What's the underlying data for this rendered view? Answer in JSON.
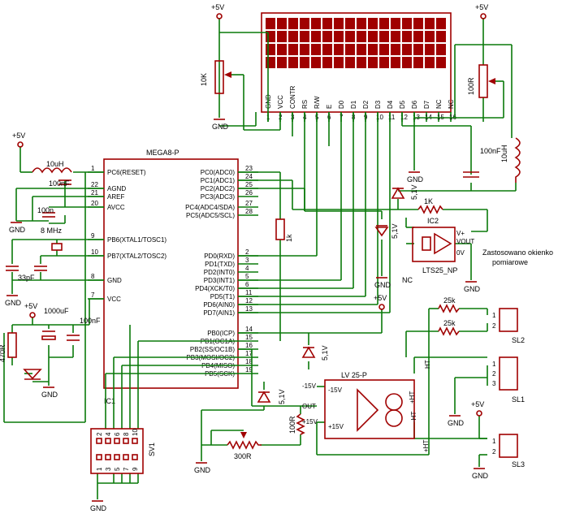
{
  "supply": {
    "plus5": "+5V",
    "gnd": "GND"
  },
  "mcu": {
    "name": "MEGA8-P",
    "ref": "IC1",
    "left_pins": [
      {
        "num": "1",
        "label": "PC6(RESET)"
      },
      {
        "num": "22",
        "label": "AGND"
      },
      {
        "num": "21",
        "label": "AREF"
      },
      {
        "num": "20",
        "label": "AVCC"
      },
      {
        "num": "9",
        "label": "PB6(XTAL1/TOSC1)"
      },
      {
        "num": "10",
        "label": "PB7(XTAL2/TOSC2)"
      },
      {
        "num": "8",
        "label": "GND"
      },
      {
        "num": "7",
        "label": "VCC"
      }
    ],
    "right_pins": [
      {
        "num": "23",
        "label": "PC0(ADC0)"
      },
      {
        "num": "24",
        "label": "PC1(ADC1)"
      },
      {
        "num": "25",
        "label": "PC2(ADC2)"
      },
      {
        "num": "26",
        "label": "PC3(ADC3)"
      },
      {
        "num": "27",
        "label": "PC4(ADC4/SDA)"
      },
      {
        "num": "28",
        "label": "PC5(ADC5/SCL)"
      },
      {
        "num": "2",
        "label": "PD0(RXD)"
      },
      {
        "num": "3",
        "label": "PD1(TXD)"
      },
      {
        "num": "4",
        "label": "PD2(INT0)"
      },
      {
        "num": "5",
        "label": "PD3(INT1)"
      },
      {
        "num": "6",
        "label": "PD4(XCK/T0)"
      },
      {
        "num": "11",
        "label": "PD5(T1)"
      },
      {
        "num": "12",
        "label": "PD6(AIN0)"
      },
      {
        "num": "13",
        "label": "PD7(AIN1)"
      },
      {
        "num": "14",
        "label": "PB0(ICP)"
      },
      {
        "num": "15",
        "label": "PB1(OC1A)"
      },
      {
        "num": "16",
        "label": "PB2(SS/OC1B)"
      },
      {
        "num": "17",
        "label": "PB3(MOSI/OC2)"
      },
      {
        "num": "18",
        "label": "PB4(MISO)"
      },
      {
        "num": "19",
        "label": "PB5(SCK)"
      }
    ]
  },
  "lcd": {
    "pins": [
      "GND",
      "VCC",
      "CONTR",
      "RS",
      "R/W",
      "E",
      "D0",
      "D1",
      "D2",
      "D3",
      "D4",
      "D5",
      "D6",
      "D7",
      "NC",
      "NC"
    ],
    "nums": [
      "1",
      "2",
      "3",
      "4",
      "5",
      "6",
      "7",
      "8",
      "9",
      "10",
      "11",
      "12",
      "13",
      "14",
      "15",
      "16"
    ]
  },
  "components": {
    "pot_10k": "10K",
    "pot_100r": "100R",
    "ind1": "10uH",
    "cap_100nf_a": "100nF",
    "cap_100nf_b": "100n",
    "xtal": "8 MHz",
    "cap_33pf": "33pF",
    "cap_1000uf": "1000uF",
    "cap_100nf_c": "100nF",
    "res_470r": "470R",
    "res_1k_v": "1k",
    "cap_100nf_lcd": "100nF",
    "ind2": "10uH",
    "res_1k_h": "1K",
    "zener_a": "5,1V",
    "zener_b": "5,1V",
    "zener_c": "5,1V",
    "zener_d": "5,1V",
    "ic2": "IC2",
    "lts25": "LTS25_NP",
    "lts_v": "V+",
    "lts_vout": "VOUT",
    "lts_0v": "0V",
    "nc": "NC",
    "note": "Zastosowano okienko pomiarowe",
    "res_25k_a": "25k",
    "res_25k_b": "25k",
    "lv25": "LV 25-P",
    "lv_m15": "-15V",
    "lv_out": "OUT",
    "lv_p15": "+15V",
    "lv_m15_in": "-15V",
    "lv_p15_in": "+15V",
    "lv_ht": "HT",
    "lv_pht": "+HT",
    "lv_pht2": "+HT",
    "lv_ht2": "-HT",
    "res_100r": "100R",
    "pot_300r": "300R",
    "sv1": "SV1",
    "sl1": "SL1",
    "sl2": "SL2",
    "sl3": "SL3",
    "sv1_top": [
      "2",
      "4",
      "6",
      "8",
      "10"
    ],
    "sv1_bot": [
      "1",
      "3",
      "5",
      "7",
      "9"
    ],
    "sl_nums": [
      "1",
      "2",
      "3"
    ]
  }
}
